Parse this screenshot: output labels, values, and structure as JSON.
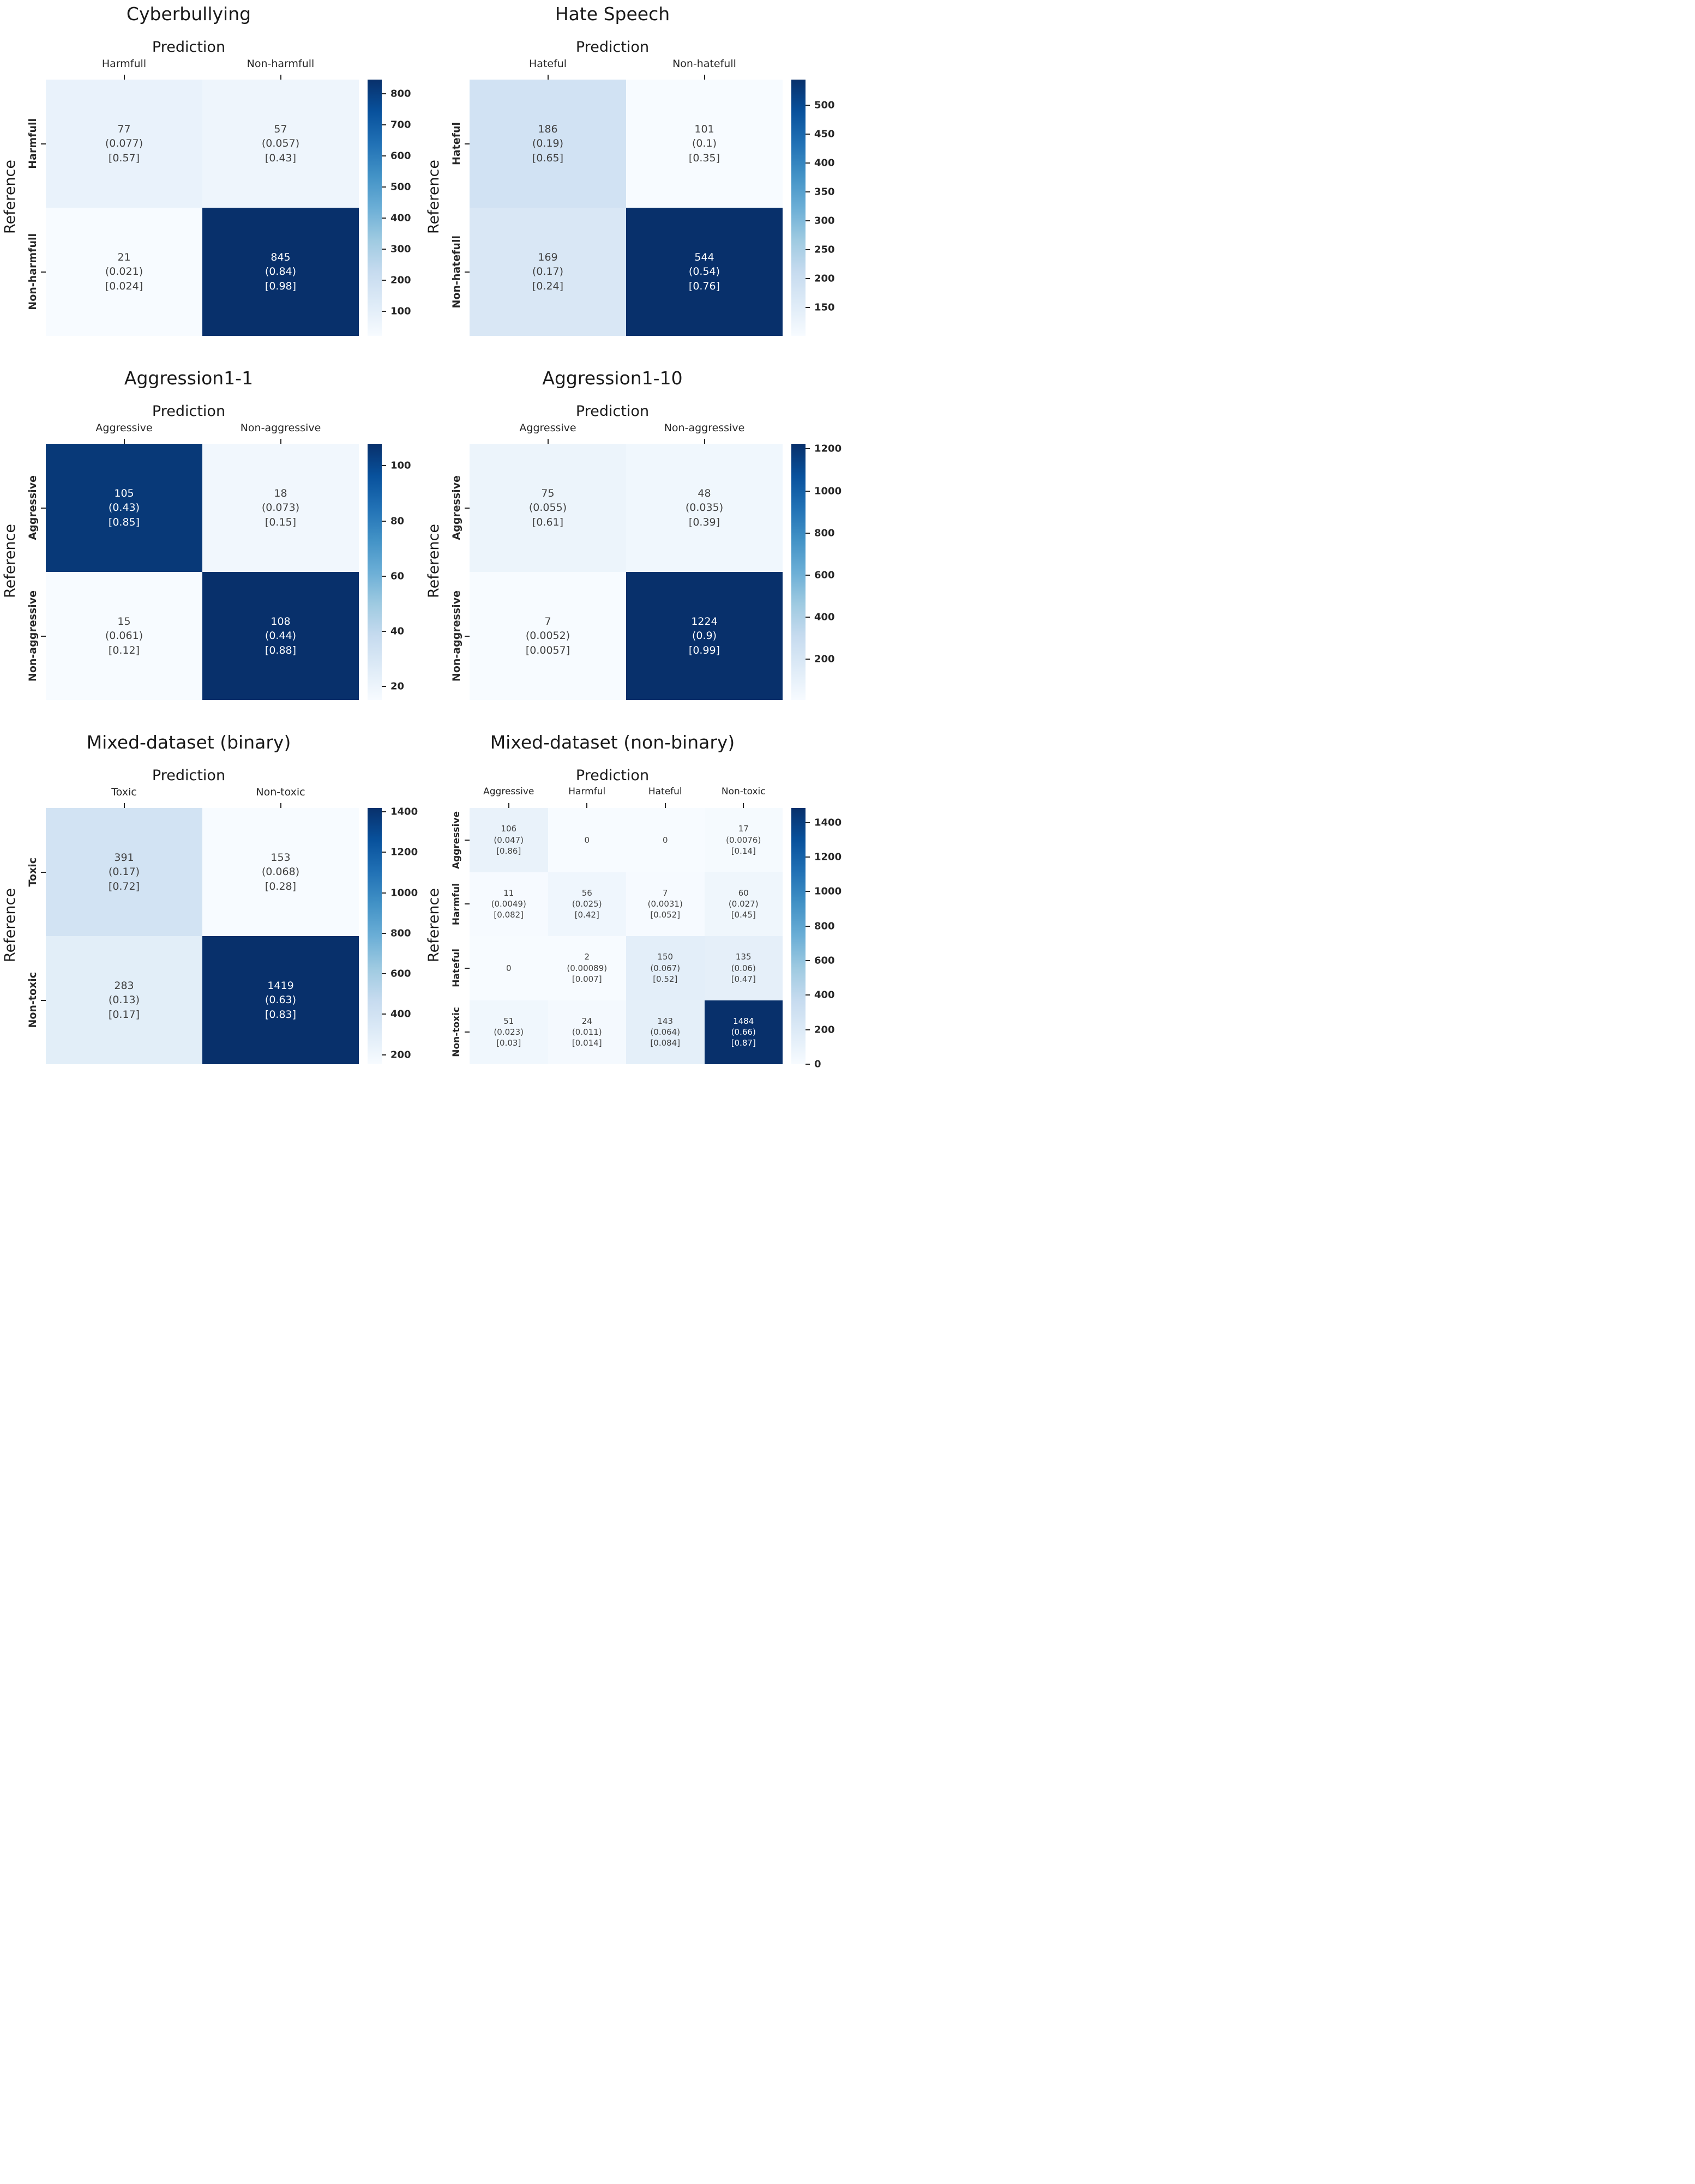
{
  "figure": {
    "xlabel": "Prediction",
    "ylabel": "Reference"
  },
  "colors": {
    "colormap_name": "Blues",
    "colormap": [
      "#f7fbff",
      "#deebf7",
      "#c6dbef",
      "#9ecae1",
      "#6baed6",
      "#4292c6",
      "#2171b5",
      "#08519c",
      "#08306b"
    ],
    "cell_text_dark": "#404040",
    "cell_text_light": "#ffffff",
    "tick_color": "#262626"
  },
  "chart_data": [
    {
      "type": "heatmap",
      "title": "Cyberbullying",
      "xlabel": "Prediction",
      "ylabel": "Reference",
      "col_labels": [
        "Harmfull",
        "Non-harmfull"
      ],
      "row_labels": [
        "Harmfull",
        "Non-harmfull"
      ],
      "values": [
        [
          77,
          57
        ],
        [
          21,
          845
        ]
      ],
      "cell_text": [
        [
          [
            "77",
            "(0.077)",
            "[0.57]"
          ],
          [
            "57",
            "(0.057)",
            "[0.43]"
          ]
        ],
        [
          [
            "21",
            "(0.021)",
            "[0.024]"
          ],
          [
            "845",
            "(0.84)",
            "[0.98]"
          ]
        ]
      ],
      "vmin": 21,
      "vmax": 845,
      "colorbar_ticks": [
        100,
        200,
        300,
        400,
        500,
        600,
        700,
        800
      ],
      "legend_position": "right",
      "grid": false
    },
    {
      "type": "heatmap",
      "title": "Hate Speech",
      "xlabel": "Prediction",
      "ylabel": "Reference",
      "col_labels": [
        "Hateful",
        "Non-hatefull"
      ],
      "row_labels": [
        "Hateful",
        "Non-hatefull"
      ],
      "values": [
        [
          186,
          101
        ],
        [
          169,
          544
        ]
      ],
      "cell_text": [
        [
          [
            "186",
            "(0.19)",
            "[0.65]"
          ],
          [
            "101",
            "(0.1)",
            "[0.35]"
          ]
        ],
        [
          [
            "169",
            "(0.17)",
            "[0.24]"
          ],
          [
            "544",
            "(0.54)",
            "[0.76]"
          ]
        ]
      ],
      "vmin": 101,
      "vmax": 544,
      "colorbar_ticks": [
        150,
        200,
        250,
        300,
        350,
        400,
        450,
        500
      ],
      "legend_position": "right",
      "grid": false
    },
    {
      "type": "heatmap",
      "title": "Aggression1-1",
      "xlabel": "Prediction",
      "ylabel": "Reference",
      "col_labels": [
        "Aggressive",
        "Non-aggressive"
      ],
      "row_labels": [
        "Aggressive",
        "Non-aggressive"
      ],
      "values": [
        [
          105,
          18
        ],
        [
          15,
          108
        ]
      ],
      "cell_text": [
        [
          [
            "105",
            "(0.43)",
            "[0.85]"
          ],
          [
            "18",
            "(0.073)",
            "[0.15]"
          ]
        ],
        [
          [
            "15",
            "(0.061)",
            "[0.12]"
          ],
          [
            "108",
            "(0.44)",
            "[0.88]"
          ]
        ]
      ],
      "vmin": 15,
      "vmax": 108,
      "colorbar_ticks": [
        20,
        40,
        60,
        80,
        100
      ],
      "legend_position": "right",
      "grid": false
    },
    {
      "type": "heatmap",
      "title": "Aggression1-10",
      "xlabel": "Prediction",
      "ylabel": "Reference",
      "col_labels": [
        "Aggressive",
        "Non-aggressive"
      ],
      "row_labels": [
        "Aggressive",
        "Non-aggressive"
      ],
      "values": [
        [
          75,
          48
        ],
        [
          7,
          1224
        ]
      ],
      "cell_text": [
        [
          [
            "75",
            "(0.055)",
            "[0.61]"
          ],
          [
            "48",
            "(0.035)",
            "[0.39]"
          ]
        ],
        [
          [
            "7",
            "(0.0052)",
            "[0.0057]"
          ],
          [
            "1224",
            "(0.9)",
            "[0.99]"
          ]
        ]
      ],
      "vmin": 7,
      "vmax": 1224,
      "colorbar_ticks": [
        200,
        400,
        600,
        800,
        1000,
        1200
      ],
      "legend_position": "right",
      "grid": false
    },
    {
      "type": "heatmap",
      "title": "Mixed-dataset (binary)",
      "xlabel": "Prediction",
      "ylabel": "Reference",
      "col_labels": [
        "Toxic",
        "Non-toxic"
      ],
      "row_labels": [
        "Toxic",
        "Non-toxic"
      ],
      "values": [
        [
          391,
          153
        ],
        [
          283,
          1419
        ]
      ],
      "cell_text": [
        [
          [
            "391",
            "(0.17)",
            "[0.72]"
          ],
          [
            "153",
            "(0.068)",
            "[0.28]"
          ]
        ],
        [
          [
            "283",
            "(0.13)",
            "[0.17]"
          ],
          [
            "1419",
            "(0.63)",
            "[0.83]"
          ]
        ]
      ],
      "vmin": 153,
      "vmax": 1419,
      "colorbar_ticks": [
        200,
        400,
        600,
        800,
        1000,
        1200,
        1400
      ],
      "legend_position": "right",
      "grid": false
    },
    {
      "type": "heatmap",
      "title": "Mixed-dataset (non-binary)",
      "xlabel": "Prediction",
      "ylabel": "Reference",
      "col_labels": [
        "Aggressive",
        "Harmful",
        "Hateful",
        "Non-toxic"
      ],
      "row_labels": [
        "Aggressive",
        "Harmful",
        "Hateful",
        "Non-toxic"
      ],
      "values": [
        [
          106,
          0,
          0,
          17
        ],
        [
          11,
          56,
          7,
          60
        ],
        [
          0,
          2,
          150,
          135
        ],
        [
          51,
          24,
          143,
          1484
        ]
      ],
      "cell_text": [
        [
          [
            "106",
            "(0.047)",
            "[0.86]"
          ],
          [
            "0"
          ],
          [
            "0"
          ],
          [
            "17",
            "(0.0076)",
            "[0.14]"
          ]
        ],
        [
          [
            "11",
            "(0.0049)",
            "[0.082]"
          ],
          [
            "56",
            "(0.025)",
            "[0.42]"
          ],
          [
            "7",
            "(0.0031)",
            "[0.052]"
          ],
          [
            "60",
            "(0.027)",
            "[0.45]"
          ]
        ],
        [
          [
            "0"
          ],
          [
            "2",
            "(0.00089)",
            "[0.007]"
          ],
          [
            "150",
            "(0.067)",
            "[0.52]"
          ],
          [
            "135",
            "(0.06)",
            "[0.47]"
          ]
        ],
        [
          [
            "51",
            "(0.023)",
            "[0.03]"
          ],
          [
            "24",
            "(0.011)",
            "[0.014]"
          ],
          [
            "143",
            "(0.064)",
            "[0.084]"
          ],
          [
            "1484",
            "(0.66)",
            "[0.87]"
          ]
        ]
      ],
      "vmin": 0,
      "vmax": 1484,
      "colorbar_ticks": [
        0,
        200,
        400,
        600,
        800,
        1000,
        1200,
        1400
      ],
      "legend_position": "right",
      "grid": false
    }
  ]
}
